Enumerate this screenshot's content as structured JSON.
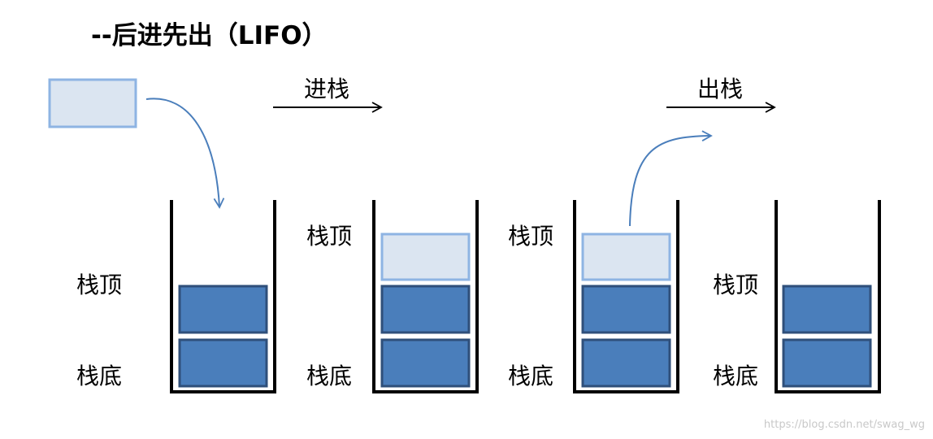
{
  "title": "--后进先出（LIFO）",
  "arrows": {
    "push_label": "进栈",
    "pop_label": "出栈"
  },
  "stacks": [
    {
      "top_label": "栈顶",
      "bottom_label": "栈底",
      "dark_blocks": 2,
      "light_blocks": 0
    },
    {
      "top_label": "栈顶",
      "bottom_label": "栈底",
      "dark_blocks": 2,
      "light_blocks": 1
    },
    {
      "top_label": "栈顶",
      "bottom_label": "栈底",
      "dark_blocks": 2,
      "light_blocks": 1
    },
    {
      "top_label": "栈顶",
      "bottom_label": "栈底",
      "dark_blocks": 2,
      "light_blocks": 0
    }
  ],
  "colors": {
    "dark_block_fill": "#4a7ebb",
    "dark_block_border": "#2f4f7a",
    "light_block_fill": "#dbe5f1",
    "light_block_border": "#8eb4e3",
    "curve": "#4a7ebb",
    "wall": "#000000"
  },
  "watermark": "https://blog.csdn.net/swag_wg"
}
